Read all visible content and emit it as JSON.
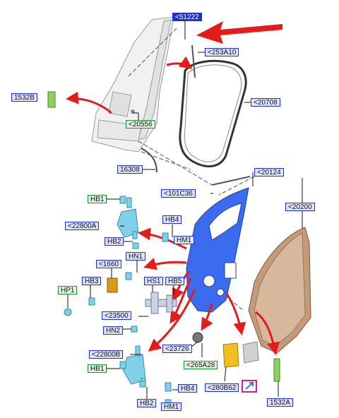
{
  "labels": {
    "p51222": "<51222",
    "p253A10": "<253A10",
    "p1532B": "1532B",
    "p20708": "<20708",
    "p20556": "<20556",
    "p16308": "16308",
    "p20124": "<20124",
    "p101C36": "<101C36",
    "p20200": "<20200",
    "pHB1a": "HB1",
    "p22800A": "<22800A",
    "pHB4a": "HB4",
    "pHB2a": "HB2",
    "pHM1a": "HM1",
    "pHN1": "HN1",
    "p1660": "<1660",
    "pHB3": "HB3",
    "pHP1": "HP1",
    "pHS1": "HS1",
    "pHB5": "HB5",
    "p23500": "<23500",
    "pHN2": "HN2",
    "p23726": "<23726",
    "p22800B": "<22800B",
    "p265A28": "<265A28",
    "pHB1b": "HB1",
    "p280B62": "<280B62",
    "pHB4b": "HB4",
    "pHB2b": "HB2",
    "pHM1b": "HM1",
    "p1532A": "1532A"
  },
  "colors": {
    "label_blue_border": "#1f2fd6",
    "label_green_border": "#1c8f2f",
    "arrow_red": "#e31b1b",
    "door_blue": "#3b6cf0",
    "skin_bronze": "#c49a7a",
    "part_cyan": "#7fd0e8",
    "part_orange": "#d99a1a",
    "part_yellow": "#f0c020",
    "link_magenta": "#e0198a"
  },
  "icons": {
    "link": "external-link-arrow-icon"
  }
}
